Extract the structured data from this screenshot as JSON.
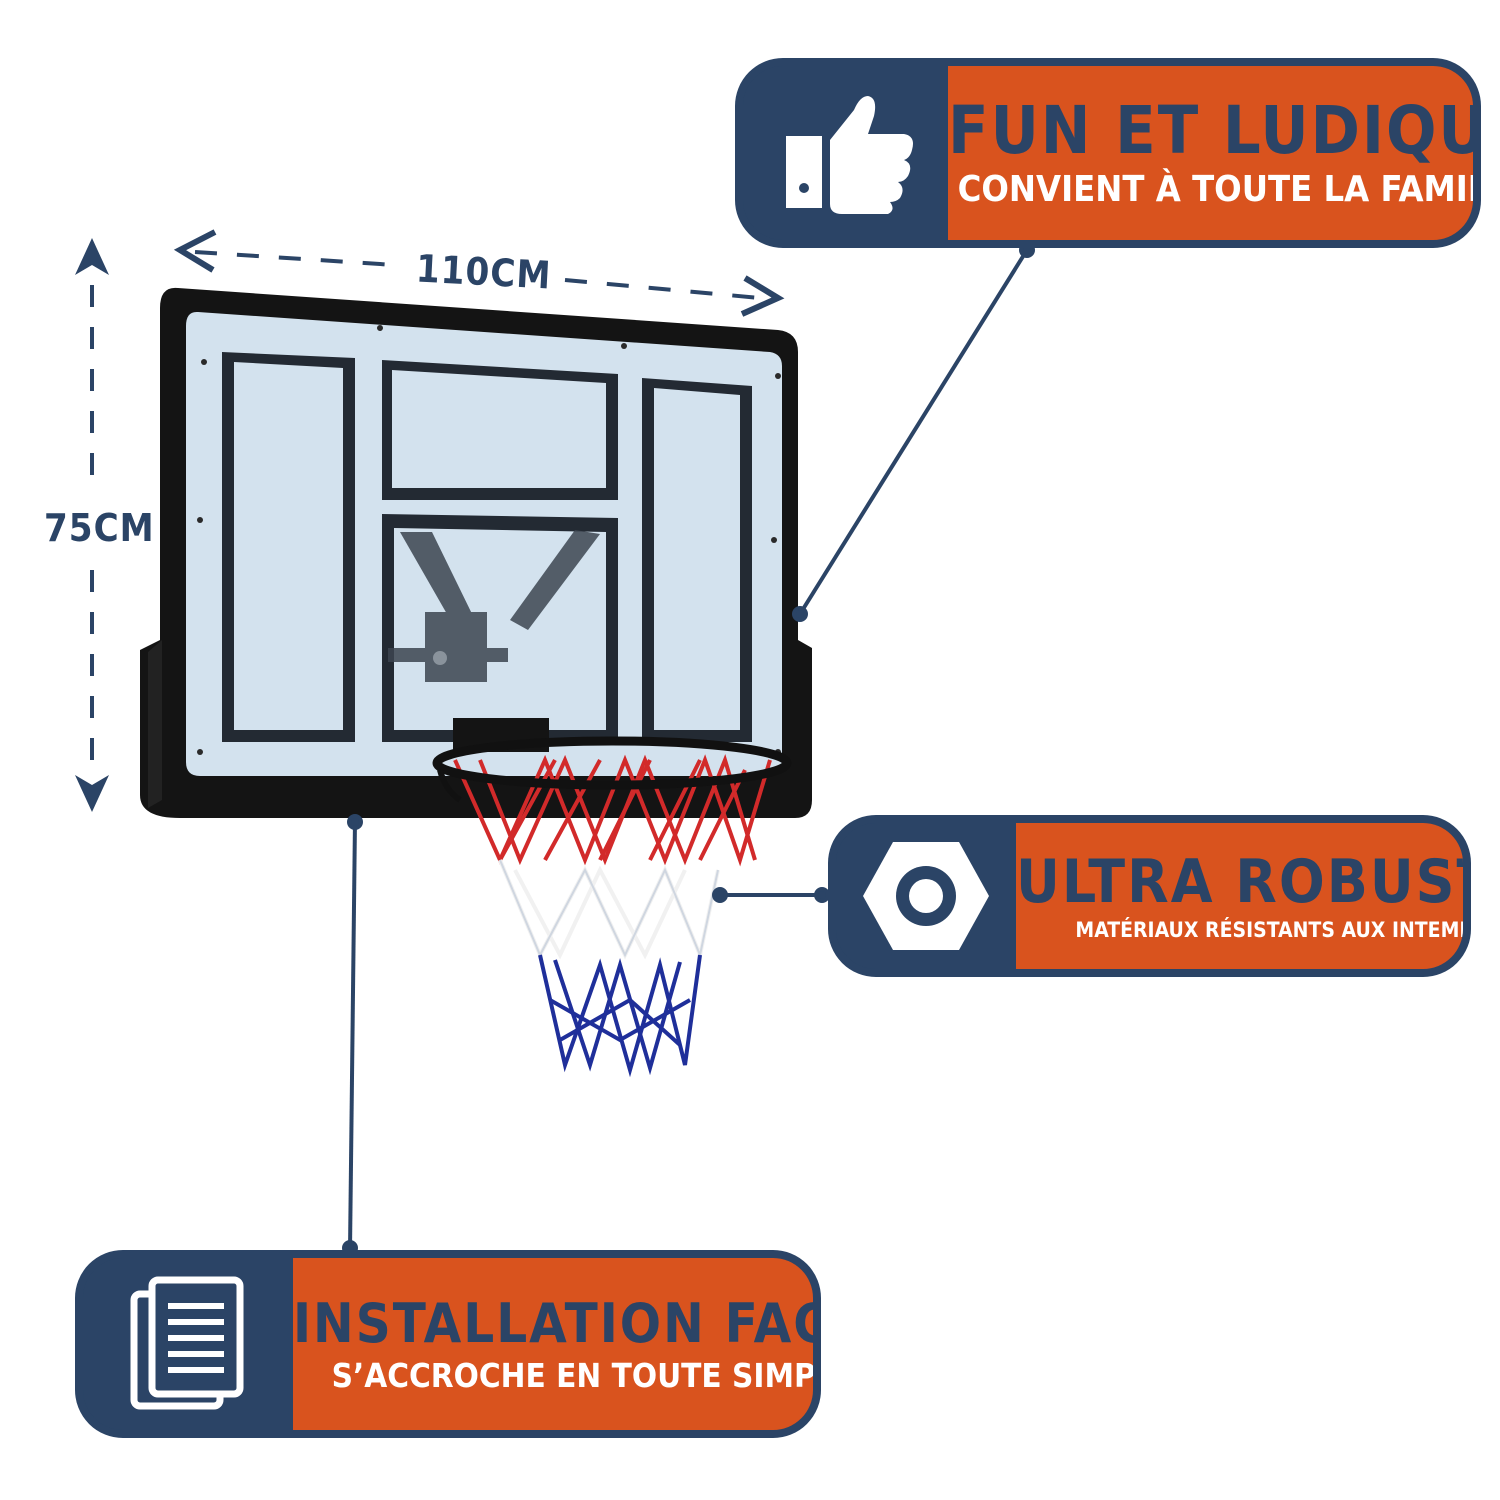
{
  "dimensions": {
    "width_label": "110CM",
    "height_label": "75CM"
  },
  "features": {
    "fun": {
      "title": "FUN ET LUDIQUE",
      "subtitle": "CONVIENT À TOUTE LA FAMILLE",
      "icon": "thumbs-up-icon"
    },
    "robuste": {
      "title": "ULTRA ROBUSTE",
      "subtitle": "MATÉRIAUX RÉSISTANTS AUX INTEMPÉRIES",
      "icon": "hex-nut-icon"
    },
    "install": {
      "title": "INSTALLATION FACILE",
      "subtitle": "S’ACCROCHE EN TOUTE SIMPLICITÉ",
      "icon": "document-icon"
    }
  },
  "colors": {
    "navy": "#2b4466",
    "orange": "#d9531e",
    "net_red": "#d22a2a",
    "net_blue": "#1f2f9a"
  }
}
